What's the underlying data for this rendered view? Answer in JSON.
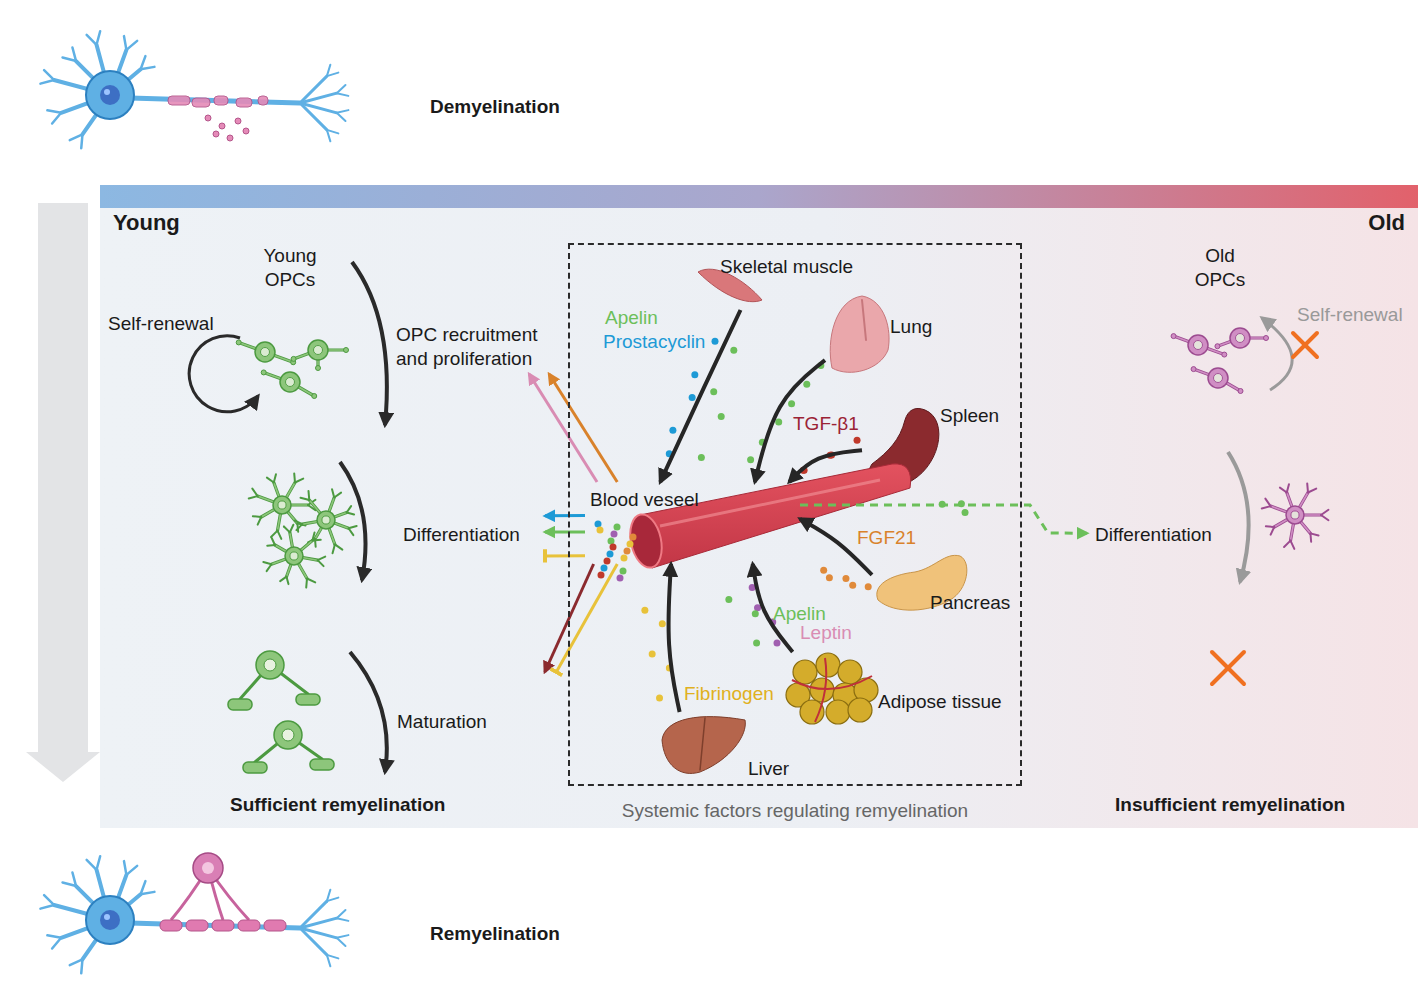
{
  "diagram": {
    "nodes": [
      {
        "text": [
          "Young",
          "Old"
        ]
      },
      {
        "text": [
          "Systemic factors regulating remyelination"
        ],
        "in": 0
      },
      {
        "text": [
          "Skeletal muscle"
        ],
        "in": 1
      },
      {
        "text": [
          "Lung"
        ],
        "in": 1
      },
      {
        "text": [
          "Spleen"
        ],
        "in": 1
      },
      {
        "text": [
          "Pancreas"
        ],
        "in": 1
      },
      {
        "text": [
          "Adipose tissue"
        ],
        "in": 1
      },
      {
        "text": [
          "Liver"
        ],
        "in": 1
      },
      {
        "text": [
          "Blood veseel"
        ],
        "in": 1
      },
      {
        "text": [
          "OPC recruitment and proliferation"
        ],
        "in": 0
      },
      {
        "text": [
          "Differentiation"
        ],
        "in": 0
      },
      {
        "text": [
          "Maturation"
        ],
        "in": 0
      },
      {
        "text": [
          "Differentiation"
        ],
        "in": 0
      }
    ],
    "edges": [
      {
        "from": 2,
        "to": 8,
        "arrow": "to"
      },
      {
        "from": 3,
        "to": 8,
        "arrow": "to"
      },
      {
        "from": 4,
        "to": 8,
        "arrow": "to"
      },
      {
        "from": 5,
        "to": 8,
        "arrow": "to"
      },
      {
        "from": 6,
        "to": 8,
        "arrow": "to"
      },
      {
        "from": 7,
        "to": 8,
        "arrow": "to"
      },
      {
        "from": 8,
        "to": 9,
        "arrow": "to"
      },
      {
        "from": 8,
        "to": 9,
        "arrow": "to"
      },
      {
        "from": 8,
        "to": 10,
        "arrow": "to"
      },
      {
        "from": 8,
        "to": 10,
        "arrow": "to"
      },
      {
        "from": 8,
        "to": 10,
        "arrow": "to"
      },
      {
        "from": 8,
        "to": 11,
        "arrow": "to"
      },
      {
        "from": 8,
        "to": 11,
        "arrow": "to"
      },
      {
        "from": 8,
        "to": 12,
        "arrow": "to"
      }
    ],
    "labels": [
      "Demyelination",
      "Remyelination",
      "Young OPCs",
      "Self-renewal",
      "Sufficient remyelination",
      "Old OPCs",
      "Self-renewal",
      "Insufficient remyelination",
      "Apelin",
      "Prostacyclin",
      "TGF-β1",
      "FGF21",
      "Apelin",
      "Leptin",
      "Fibrinogen"
    ]
  }
}
